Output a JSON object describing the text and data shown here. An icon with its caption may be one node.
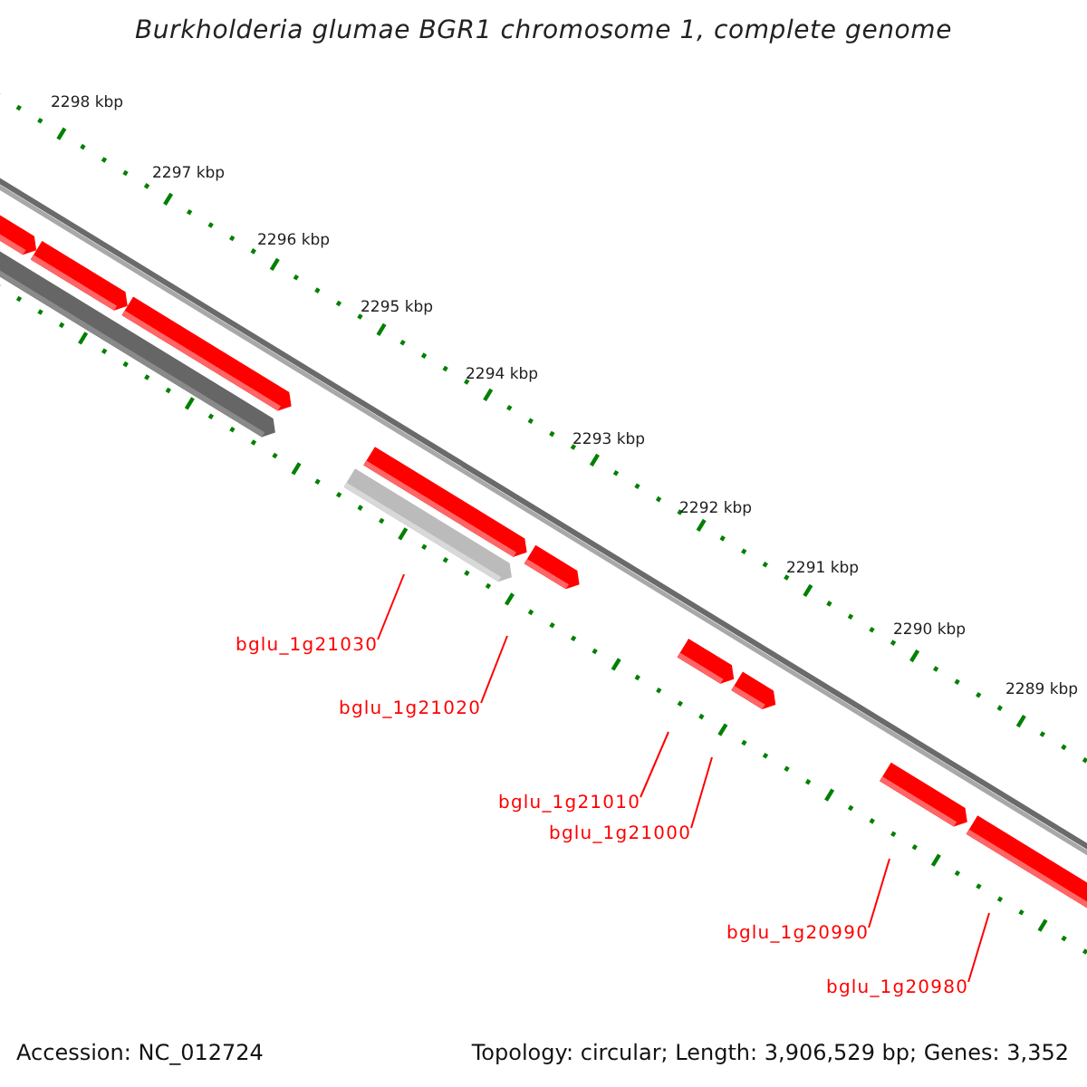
{
  "diagram": {
    "title": "Burkholderia glumae BGR1 chromosome 1, complete genome",
    "nodes": [
      {
        "text": [
          "bglu_1g21030"
        ]
      },
      {
        "text": [
          "bglu_1g21020"
        ]
      },
      {
        "text": [
          "bglu_1g21010"
        ]
      },
      {
        "text": [
          "bglu_1g21000"
        ]
      },
      {
        "text": [
          "bglu_1g20990"
        ]
      },
      {
        "text": [
          "bglu_1g20980"
        ]
      }
    ],
    "edges": [
      {
        "from": 0,
        "to": null,
        "arrow": "none",
        "color": "#ff0000"
      },
      {
        "from": 1,
        "to": null,
        "arrow": "none",
        "color": "#ff0000"
      },
      {
        "from": 2,
        "to": null,
        "arrow": "none",
        "color": "#ff0000"
      },
      {
        "from": 3,
        "to": null,
        "arrow": "none",
        "color": "#ff0000"
      },
      {
        "from": 4,
        "to": null,
        "arrow": "none",
        "color": "#ff0000"
      },
      {
        "from": 5,
        "to": null,
        "arrow": "none",
        "color": "#ff0000"
      }
    ],
    "labels": [
      "2298 kbp",
      "2297 kbp",
      "2296 kbp",
      "2295 kbp",
      "2294 kbp",
      "2293 kbp",
      "2292 kbp",
      "2291 kbp",
      "2290 kbp",
      "2289 kbp",
      "Accession: NC_012724",
      "Topology: circular; Length: 3,906,529 bp; Genes: 3,352"
    ]
  }
}
